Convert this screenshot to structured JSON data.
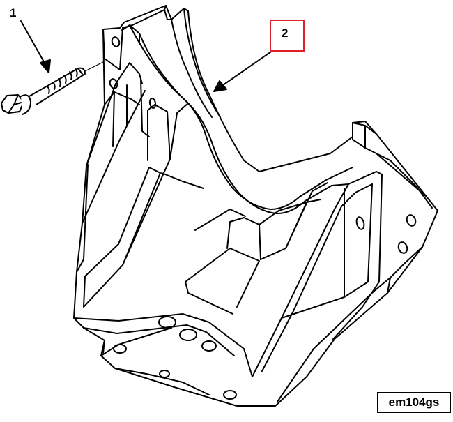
{
  "callouts": [
    {
      "number": "1",
      "part": "bolt"
    },
    {
      "number": "2",
      "part": "bracket"
    }
  ],
  "figure_id": "em104gs",
  "colors": {
    "line": "#000000",
    "highlight_box": "#e11d2a",
    "background": "#ffffff"
  }
}
